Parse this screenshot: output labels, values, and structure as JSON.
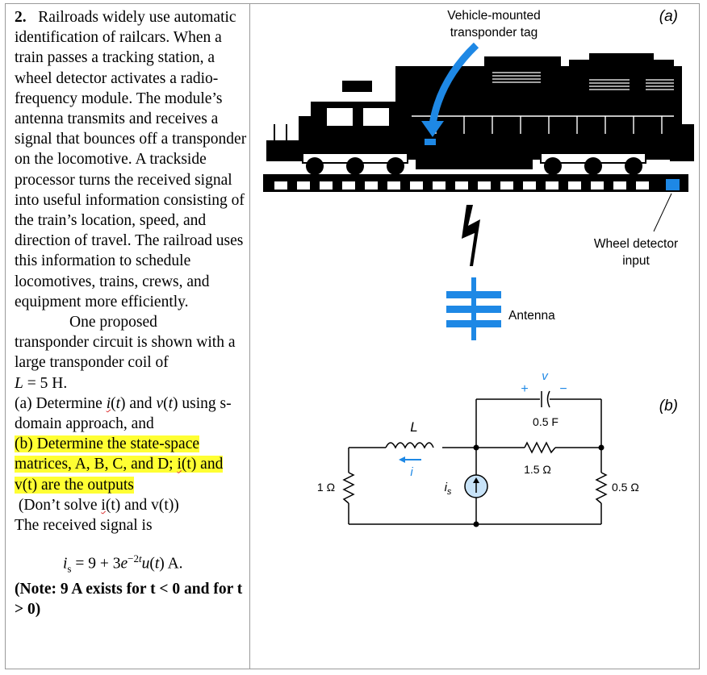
{
  "problem": {
    "number": "2.",
    "para1": "Railroads widely use automatic identification of railcars. When a train passes a tracking station, a wheel detector activates a radio-frequency module. The module’s antenna transmits and receives a signal that bounces off a transponder on the locomotive. A trackside processor turns the received signal into useful information consisting of the train’s location, speed, and direction of travel. The railroad uses this information to schedule locomotives, trains, crews, and equipment more efficiently.",
    "para2_line1": "One proposed",
    "para2_rest": "transponder circuit is shown with a large transponder coil of",
    "coil": "L = 5 H.",
    "part_a": "(a) Determine i(t) and v(t) using s- domain approach, and",
    "part_b": "(b) Determine the state-space matrices, A, B, C, and D; i(t) and v(t) are the outputs",
    "dont_solve": "(Don’t solve i(t) and v(t))",
    "received": "The received signal is",
    "signal": "is = 9 + 3e−2tu(t) A.",
    "note": "(Note: 9 A exists for t < 0 and for t > 0)"
  },
  "figure_a": {
    "label": "(a)",
    "tag_line1": "Vehicle-mounted",
    "tag_line2": "transponder tag",
    "wheel_line1": "Wheel detector",
    "wheel_line2": "input",
    "antenna": "Antenna",
    "accent_color": "#1e88e5"
  },
  "figure_b": {
    "label": "(b)",
    "v_label": "v",
    "plus": "+",
    "minus": "−",
    "cap": "0.5 F",
    "L": "L",
    "i": "i",
    "r_mid": "1.5 Ω",
    "r_left": "1 Ω",
    "r_right": "0.5 Ω",
    "is": "is"
  }
}
